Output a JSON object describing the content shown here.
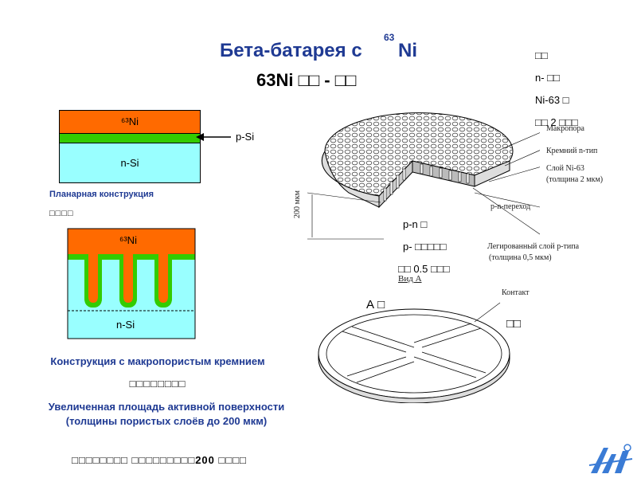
{
  "title": {
    "main": "Бета-батарея с",
    "superscript": "63",
    "element": "Ni",
    "line2_prefix": "63Ni",
    "line2_suffix": "□□ - □□"
  },
  "planar": {
    "top_layer": "⁶³Ni",
    "middle_label": "p-Si",
    "bottom_layer": "n-Si",
    "caption": "Планарная конструкция",
    "caption_translation": "□□□□"
  },
  "porous": {
    "top_layer": "⁶³Ni",
    "bottom_layer": "n-Si",
    "caption": "Конструкция с макропористым кремнием",
    "caption_translation": "□□□□□□□□",
    "benefit": "Увеличенная площадь активной поверхности (толщины пористых слоёв до 200 мкм)",
    "benefit_translation": "□□□□□□□□ □□□□□□□□□200 □□□□"
  },
  "right_notes": {
    "n1": "□□",
    "n2": "n- □□",
    "n3": "Ni-63 □",
    "n4": "□□ 2 □□□",
    "pn1": "p-n □",
    "pn2": "p- □□□□□",
    "pn3": "□□ 0.5 □□□",
    "view_a": "Вид А",
    "a_label": "А □",
    "contact_cn": "□□"
  },
  "drawing_labels": {
    "macropore": "Макропора",
    "silicon_n": "Кремний n-тип",
    "ni_layer": "Слой Ni-63",
    "ni_thickness": "(толщина 2 мкм)",
    "pn_junction": "p-n-переход",
    "doped_layer": "Легированный слой p-типа",
    "doped_thickness": "(толщина 0,5 мкм)",
    "contact": "Контакт",
    "dim_200": "200 мкм"
  },
  "colors": {
    "title_blue": "#1f3a93",
    "nickel_orange": "#ff6a00",
    "p_green": "#33cc00",
    "n_cyan": "#99ffff"
  }
}
